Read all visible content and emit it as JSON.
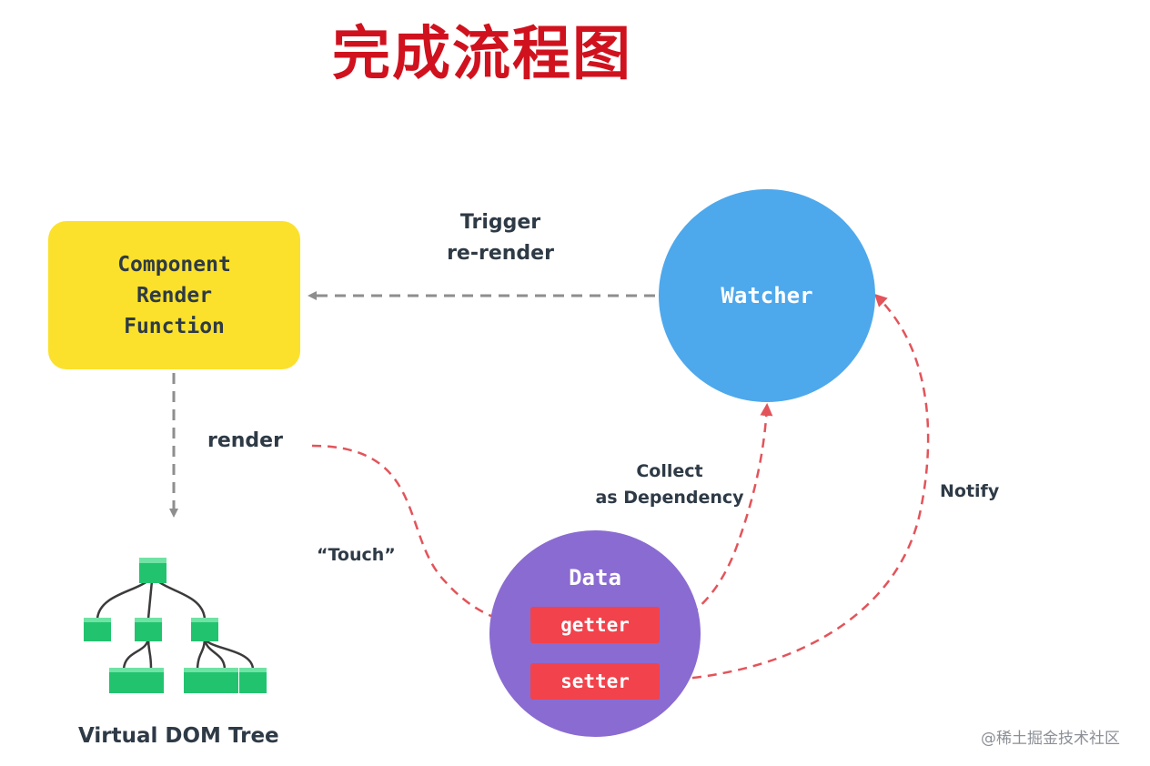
{
  "title": "完成流程图",
  "nodes": {
    "component": {
      "lines": [
        "Component",
        "Render",
        "Function"
      ]
    },
    "watcher": {
      "label": "Watcher"
    },
    "data": {
      "label": "Data",
      "getter": "getter",
      "setter": "setter"
    },
    "vdom": {
      "label": "Virtual DOM Tree"
    }
  },
  "edges": {
    "trigger": [
      "Trigger",
      "re-render"
    ],
    "render": "render",
    "touch": "“Touch”",
    "collect": [
      "Collect",
      "as Dependency"
    ],
    "notify": "Notify"
  },
  "watermark": "@稀土掘金技术社区",
  "colors": {
    "title": "#d0121e",
    "component_fill": "#fbe12b",
    "watcher_fill": "#4ea8ec",
    "data_fill": "#8a6bd1",
    "pill_fill": "#f2424b",
    "tree_node": "#22c36f",
    "gray_arrow": "#8e8e8e",
    "red_arrow": "#e2545a",
    "text": "#2e3a46"
  }
}
